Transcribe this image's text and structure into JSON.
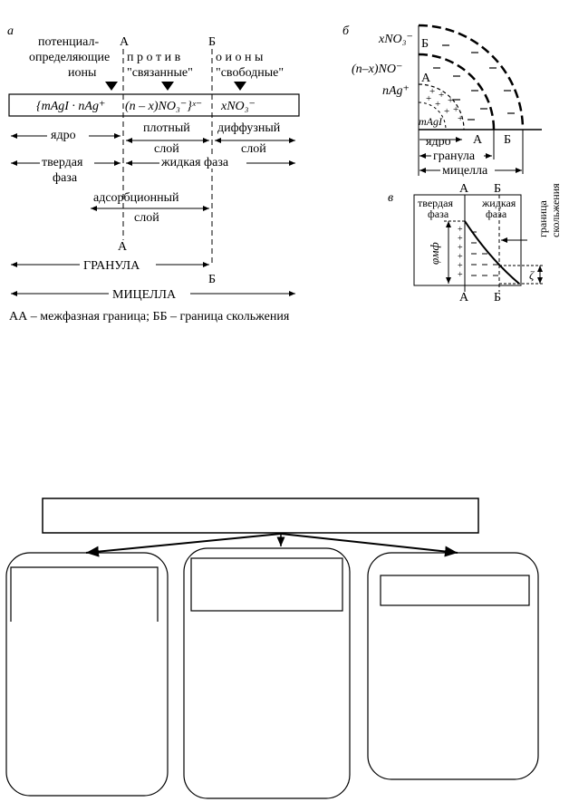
{
  "panel_a": {
    "label": "а",
    "ions_potential_1": "потенциал-",
    "ions_potential_2": "определяющие",
    "ions_potential_3": "ионы",
    "line_a_top": "А",
    "line_b_top": "Б",
    "protivo": "п р о т и в",
    "iony": "о и о н ы",
    "bound": "\"связанные\"",
    "free": "\"свободные\"",
    "formula_core": "{mAgI · nAg⁺",
    "formula_dense": "(n – x)NO₃⁻}ˣ⁻",
    "formula_diffuse": "xNO₃⁻",
    "core": "ядро",
    "dense_1": "плотный",
    "dense_2": "слой",
    "diffuse_1": "диффузный",
    "diffuse_2": "слой",
    "solid_1": "твердая",
    "solid_2": "фаза",
    "liquid": "жидкая фаза",
    "adsorption_1": "адсорбционный",
    "adsorption_2": "слой",
    "line_a_bottom": "А",
    "granule": "ГРАНУЛА",
    "line_b_bottom": "Б",
    "micelle": "МИЦЕЛЛА",
    "legend": "АА – межфазная граница; ББ – граница скольжения"
  },
  "panel_b": {
    "label": "б",
    "xno3": "xNO₃⁻",
    "b_mark": "Б",
    "nxno": "(n–x)NO⁻",
    "a_mark": "А",
    "nag": "nAg⁺",
    "magi": "mAgI",
    "core": "ядро",
    "a_axis": "А",
    "b_axis": "Б",
    "granule": "гранула",
    "micelle": "мицелла"
  },
  "panel_c": {
    "label": "в",
    "a_top": "А",
    "b_top": "Б",
    "solid_1": "твердая",
    "solid_2": "фаза",
    "liquid_1": "жидкая",
    "liquid_2": "фаза",
    "phi": "φмф",
    "zeta": "ζ",
    "boundary_1": "граница",
    "boundary_2": "скольжения",
    "a_bottom": "А",
    "b_bottom": "Б"
  },
  "scheme": {
    "top_box": "",
    "box_1": "",
    "box_2": "",
    "box_3": ""
  }
}
